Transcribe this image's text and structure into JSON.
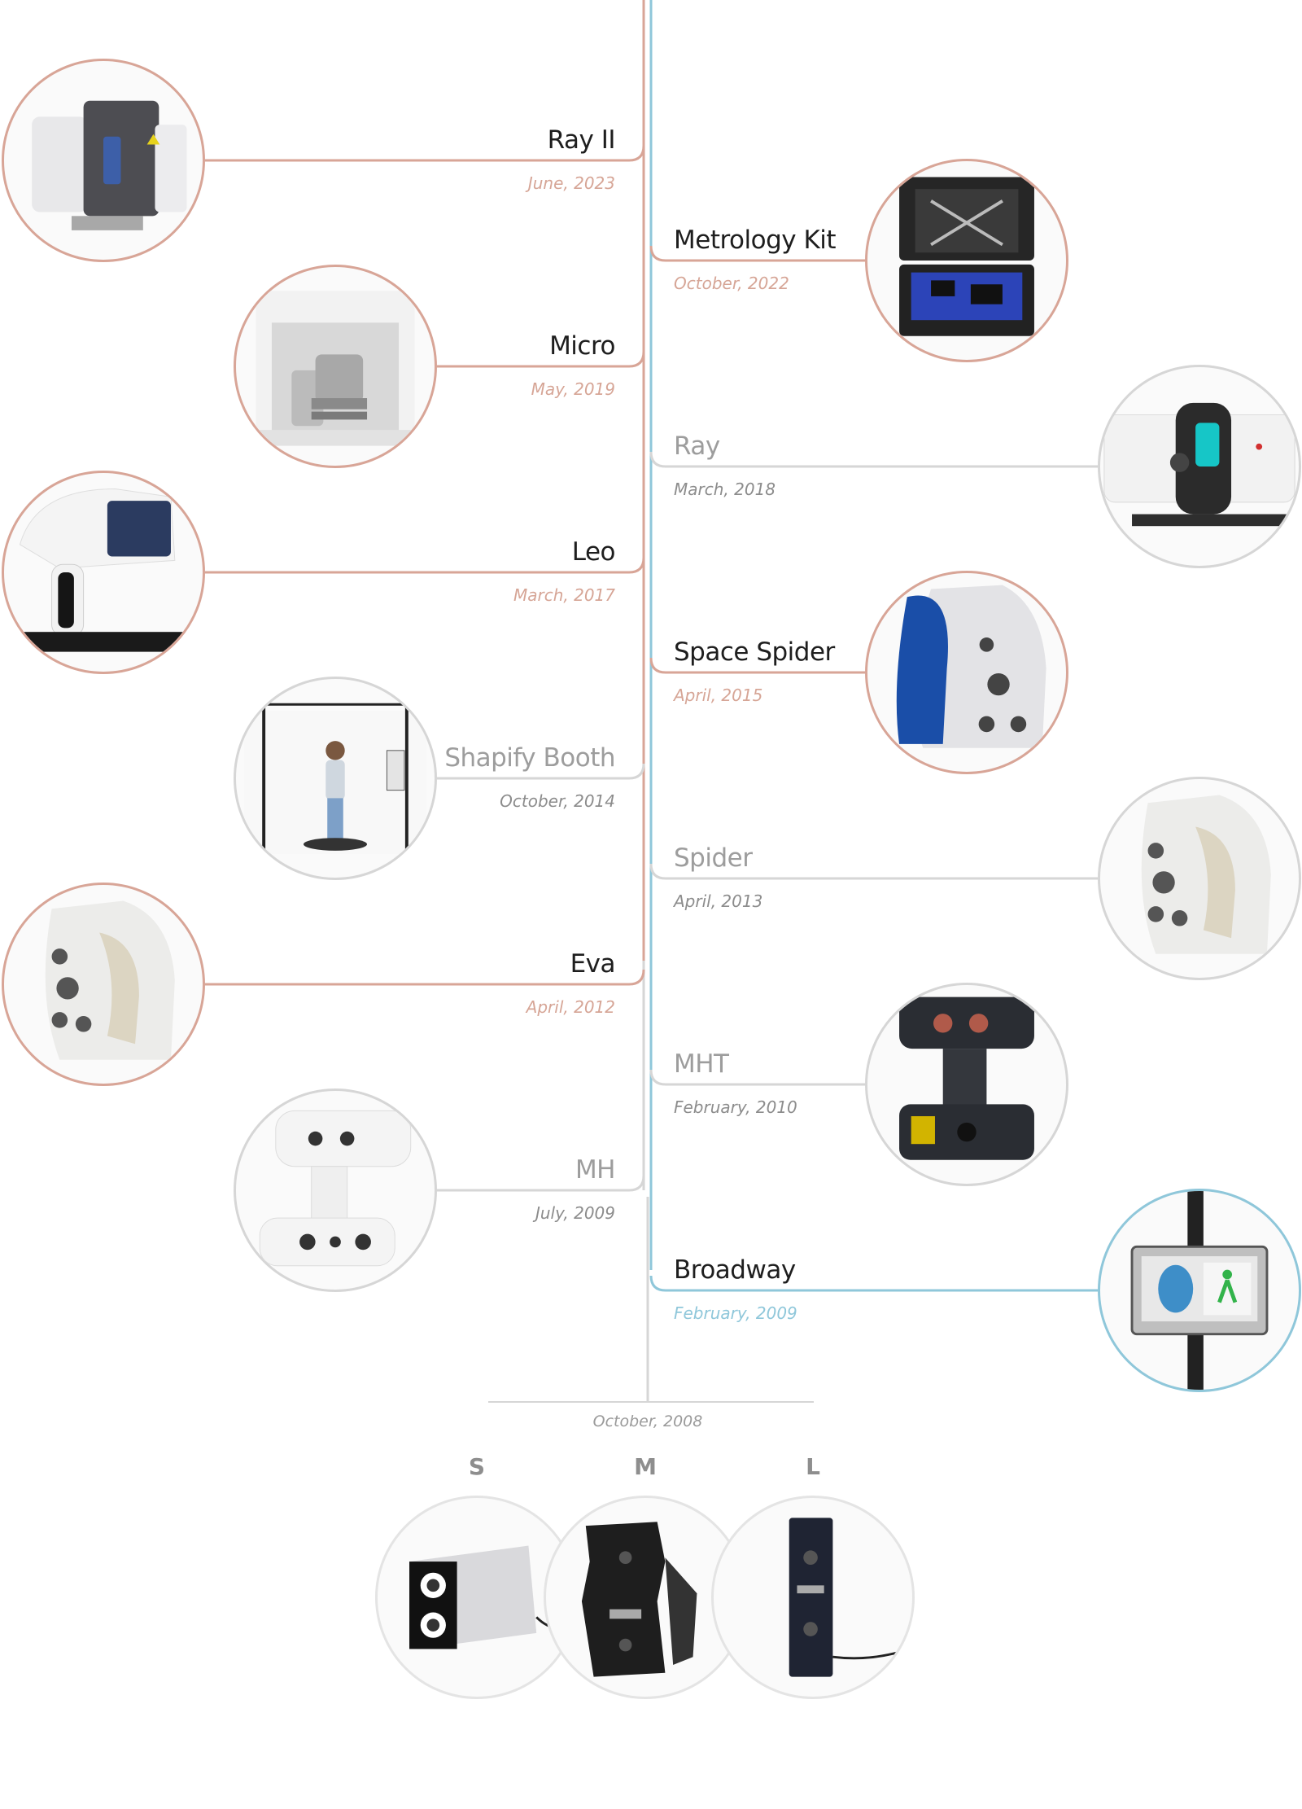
{
  "colors": {
    "salmon": "#d8a597",
    "gray": "#d6d6d6",
    "blue": "#8fc7da",
    "white": "#ffffff"
  },
  "timeline": {
    "left_products": [
      {
        "name": "Ray II",
        "date": "June, 2023",
        "style": "salmon",
        "icon": "laser-scanner-icon"
      },
      {
        "name": "Micro",
        "date": "May, 2019",
        "style": "salmon",
        "icon": "desktop-scanner-icon"
      },
      {
        "name": "Leo",
        "date": "March, 2017",
        "style": "salmon",
        "icon": "handheld-screen-scanner-icon"
      },
      {
        "name": "Shapify Booth",
        "date": "October, 2014",
        "style": "gray",
        "icon": "body-booth-icon"
      },
      {
        "name": "Eva",
        "date": "April, 2012",
        "style": "salmon",
        "icon": "handheld-scanner-icon"
      },
      {
        "name": "MH",
        "date": "July, 2009",
        "style": "gray",
        "icon": "white-handheld-scanner-icon"
      }
    ],
    "right_products": [
      {
        "name": "Metrology Kit",
        "date": "October, 2022",
        "style": "salmon",
        "icon": "equipment-case-icon"
      },
      {
        "name": "Ray",
        "date": "March, 2018",
        "style": "gray",
        "icon": "long-range-scanner-icon"
      },
      {
        "name": "Space Spider",
        "date": "April, 2015",
        "style": "salmon",
        "icon": "blue-handheld-scanner-icon"
      },
      {
        "name": "Spider",
        "date": "April, 2013",
        "style": "gray",
        "icon": "handheld-scanner-icon"
      },
      {
        "name": "MHT",
        "date": "February, 2010",
        "style": "gray",
        "icon": "dark-handheld-scanner-icon"
      },
      {
        "name": "Broadway",
        "date": "February, 2009",
        "style": "blue",
        "icon": "face-recognition-terminal-icon"
      }
    ],
    "origin": {
      "date": "October, 2008",
      "sizes": [
        {
          "letter": "S",
          "icon": "small-scanner-box-icon"
        },
        {
          "letter": "M",
          "icon": "medium-scanner-icon"
        },
        {
          "letter": "L",
          "icon": "large-scanner-bar-icon"
        }
      ]
    }
  }
}
